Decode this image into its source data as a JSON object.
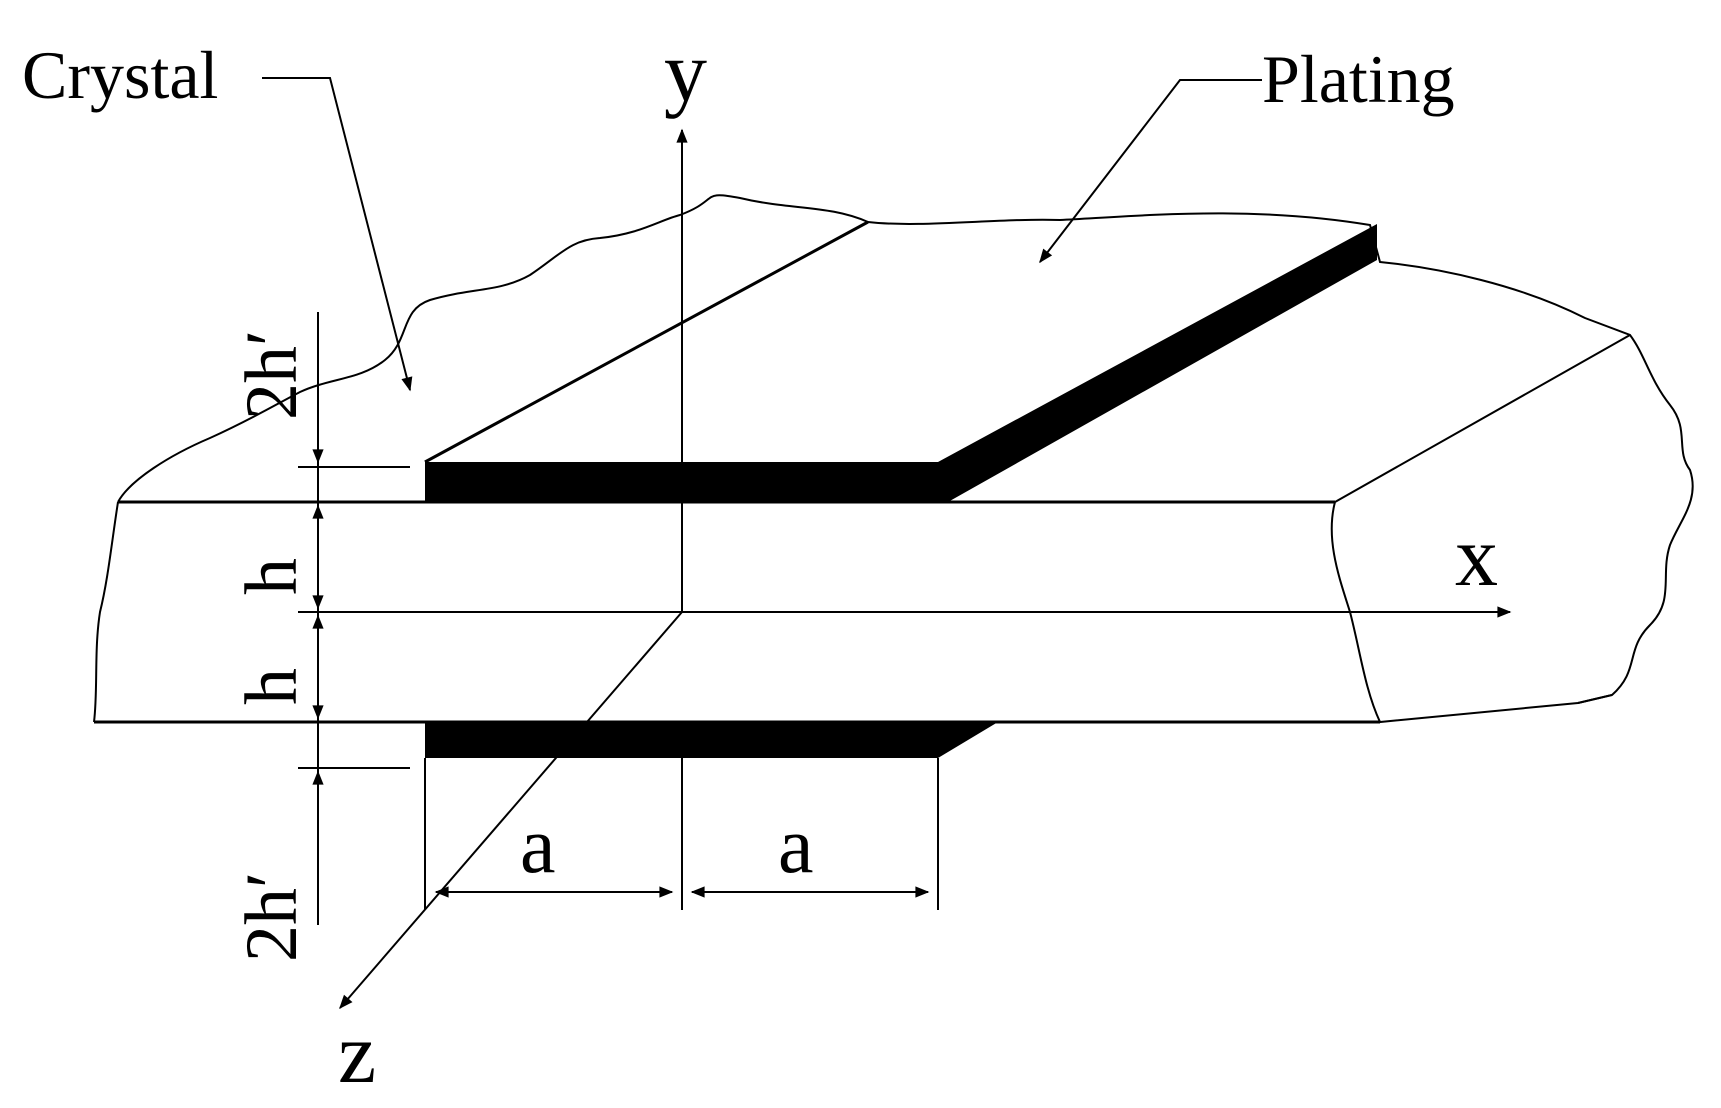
{
  "labels": {
    "crystal": "Crystal",
    "plating": "Plating",
    "axis_x": "x",
    "axis_y": "y",
    "axis_z": "z"
  },
  "dimensions": {
    "two_h_prime_top": "2h′",
    "h_upper": "h",
    "h_lower": "h",
    "two_h_prime_bottom": "2h′",
    "a_left": "a",
    "a_right": "a"
  },
  "colors": {
    "ink": "#000000",
    "background": "#ffffff"
  }
}
